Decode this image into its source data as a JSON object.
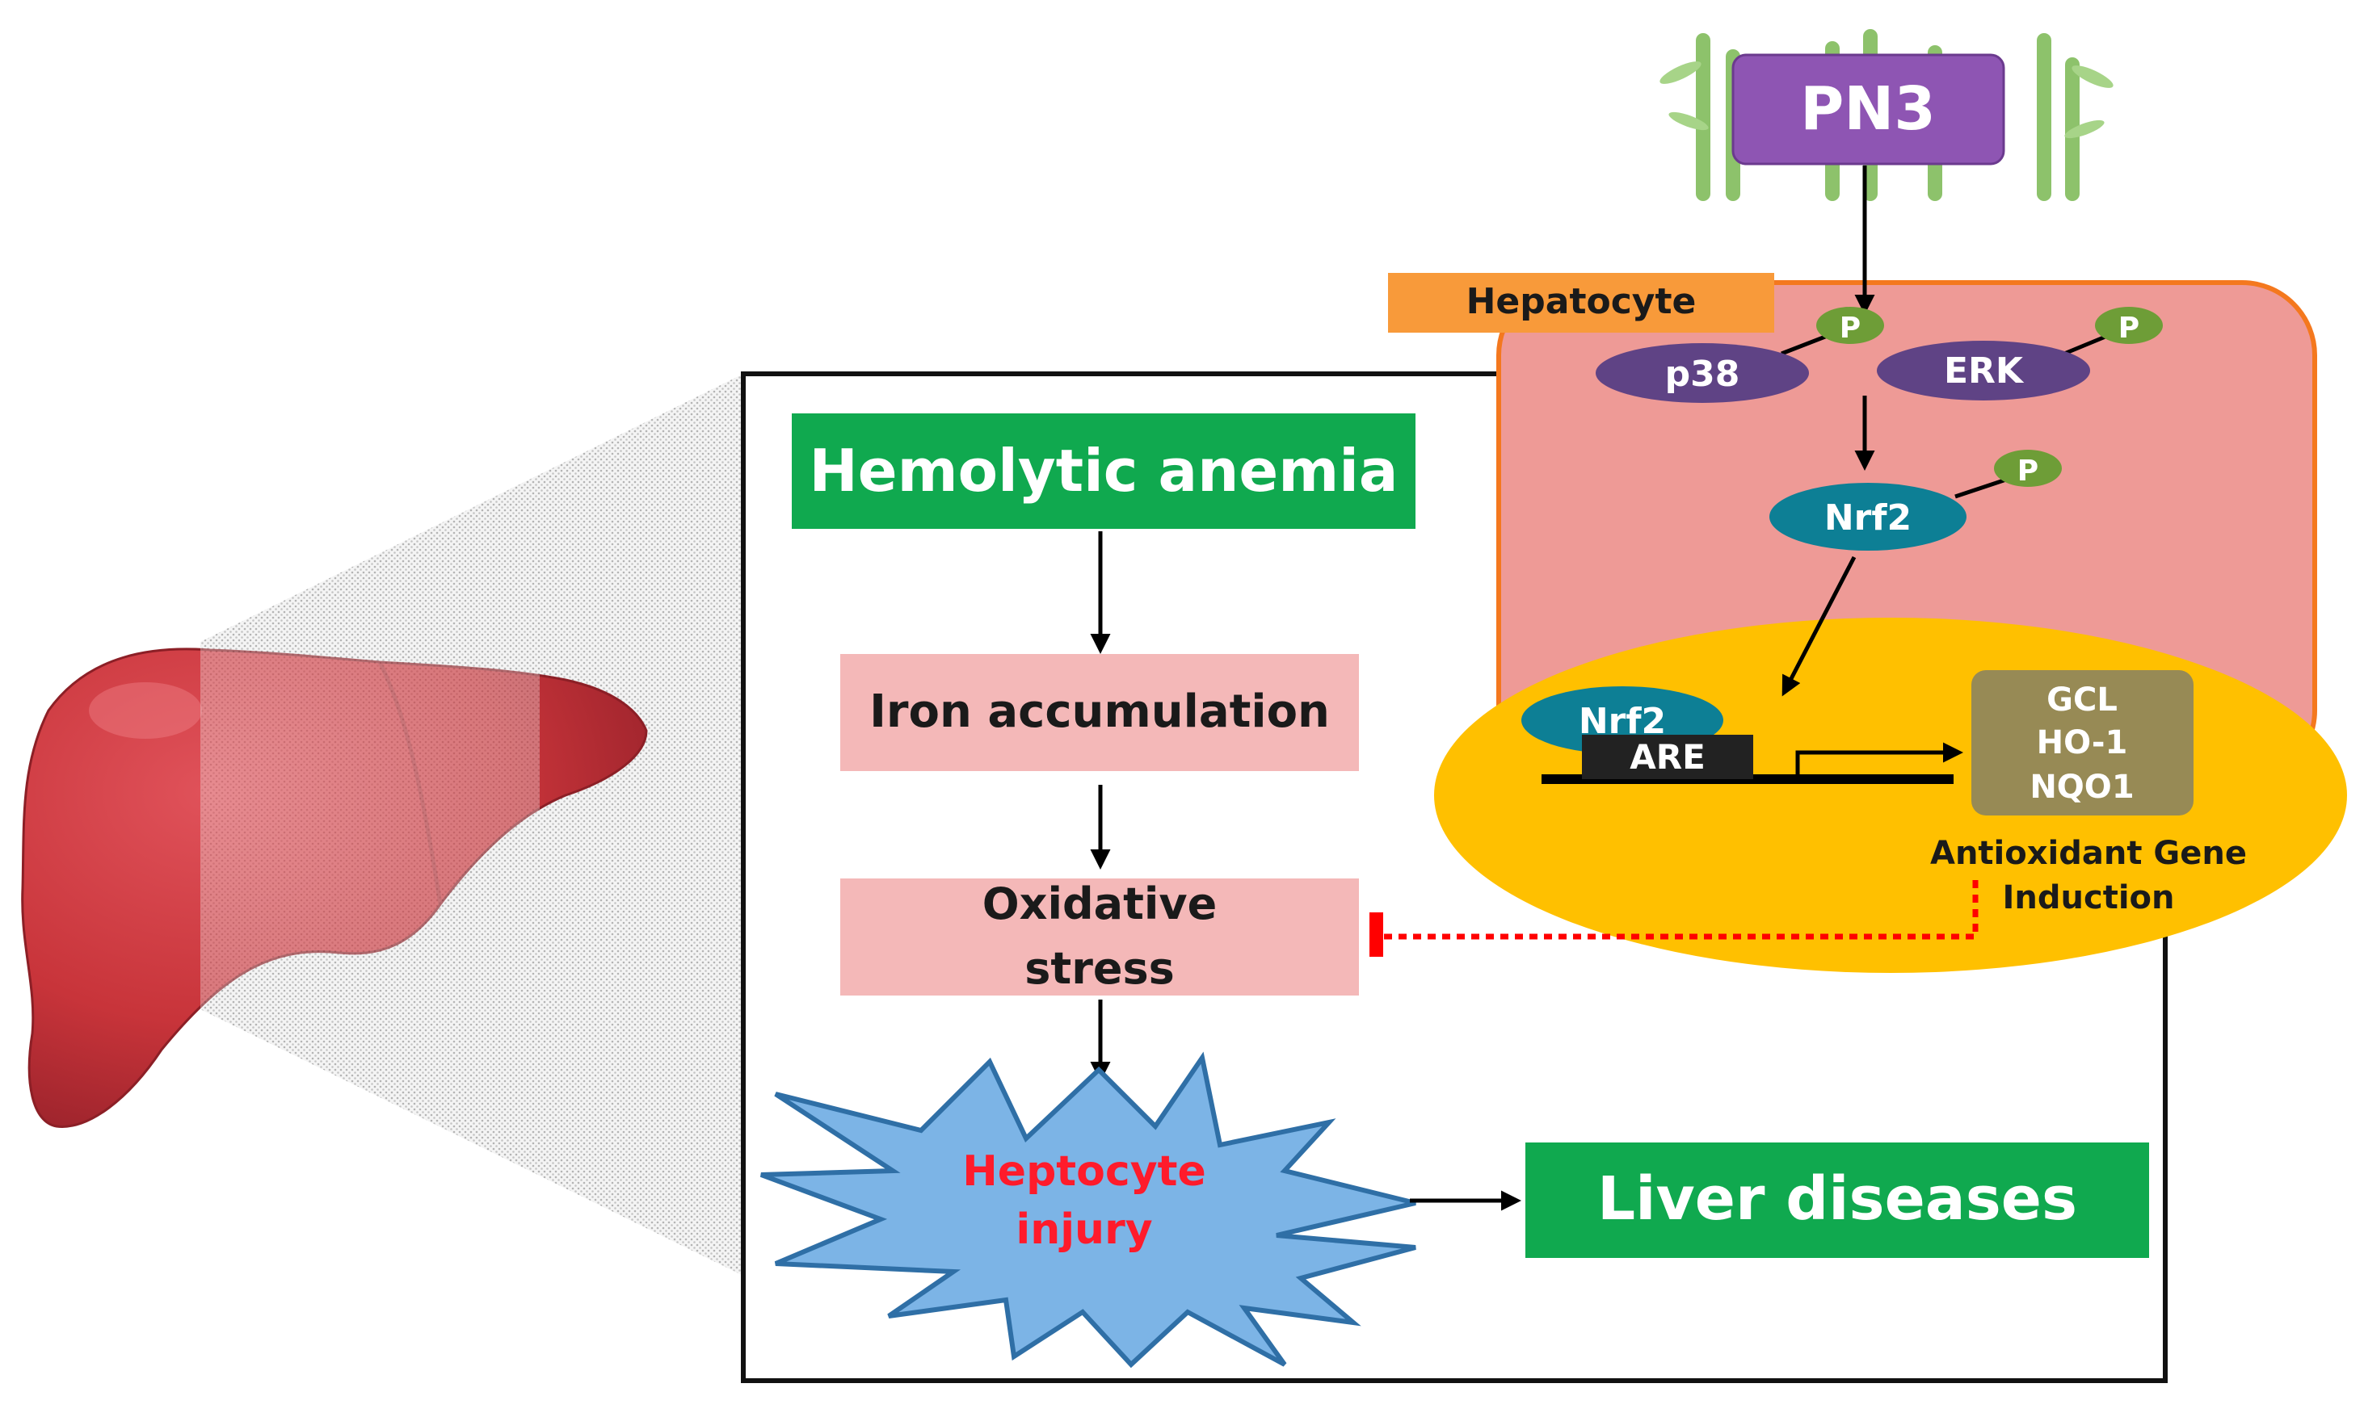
{
  "top": {
    "agent_label": "PN3"
  },
  "cell": {
    "label": "Hepatocyte",
    "kinases": [
      "p38",
      "ERK"
    ],
    "phospho_label": "P",
    "nrf2_cytoplasm": "Nrf2",
    "nucleus": {
      "nrf2_bound": "Nrf2",
      "element_label": "ARE",
      "genes": [
        "GCL",
        "HO-1",
        "NQO1"
      ],
      "caption_line1": "Antioxidant Gene",
      "caption_line2": "Induction"
    }
  },
  "pathway": {
    "trigger": "Hemolytic anemia",
    "step1": "Iron accumulation",
    "step2_line1": "Oxidative",
    "step2_line2": "stress",
    "injury_line1": "Heptocyte",
    "injury_line2": "injury",
    "outcome": "Liver diseases"
  },
  "colors": {
    "green_box": "#10a94f",
    "pink_box": "#f4b8b8",
    "cell_fill": "#ee9a96",
    "cell_border": "#f4781e",
    "hepatocyte_tag": "#f89a3a",
    "nucleus_fill": "#ffc000",
    "pn3_box": "#8e55b3",
    "kinase": "#5f4385",
    "nrf2": "#0d7f95",
    "phospho": "#6e9d37",
    "gene_box": "#978a55",
    "starburst": "#7cb4e6",
    "starburst_stroke": "#2f6fa6",
    "injury_text": "#ff1b2b",
    "inhibit": "#ff0000",
    "liver": "#c8343a",
    "bamboo": "#8dc26b"
  }
}
